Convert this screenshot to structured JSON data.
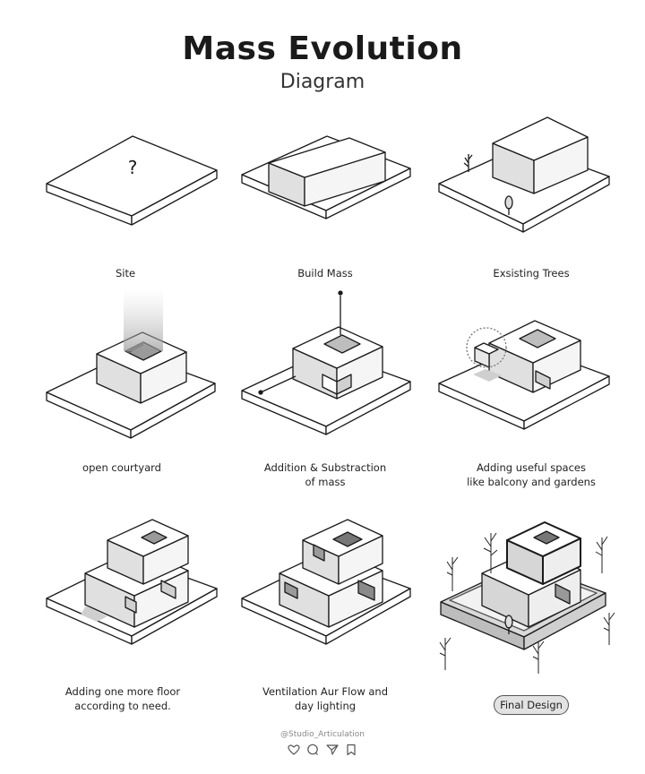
{
  "title": "Mass Evolution",
  "subtitle": "Diagram",
  "steps": [
    {
      "caption": "Site",
      "mark": "?"
    },
    {
      "caption": "Build Mass"
    },
    {
      "caption": "Exsisting Trees"
    },
    {
      "caption": "open courtyard"
    },
    {
      "caption": "Addition & Substraction\nof mass"
    },
    {
      "caption": "Adding useful spaces\nlike balcony and gardens"
    },
    {
      "caption": "Adding one more floor\naccording to need."
    },
    {
      "caption": "Ventilation Aur Flow and\nday lighting"
    },
    {
      "caption": "Final Design"
    }
  ],
  "footer": {
    "handle": "@Studio_Articulation",
    "icons": [
      "heart-icon",
      "comment-icon",
      "share-icon",
      "bookmark-icon"
    ]
  }
}
